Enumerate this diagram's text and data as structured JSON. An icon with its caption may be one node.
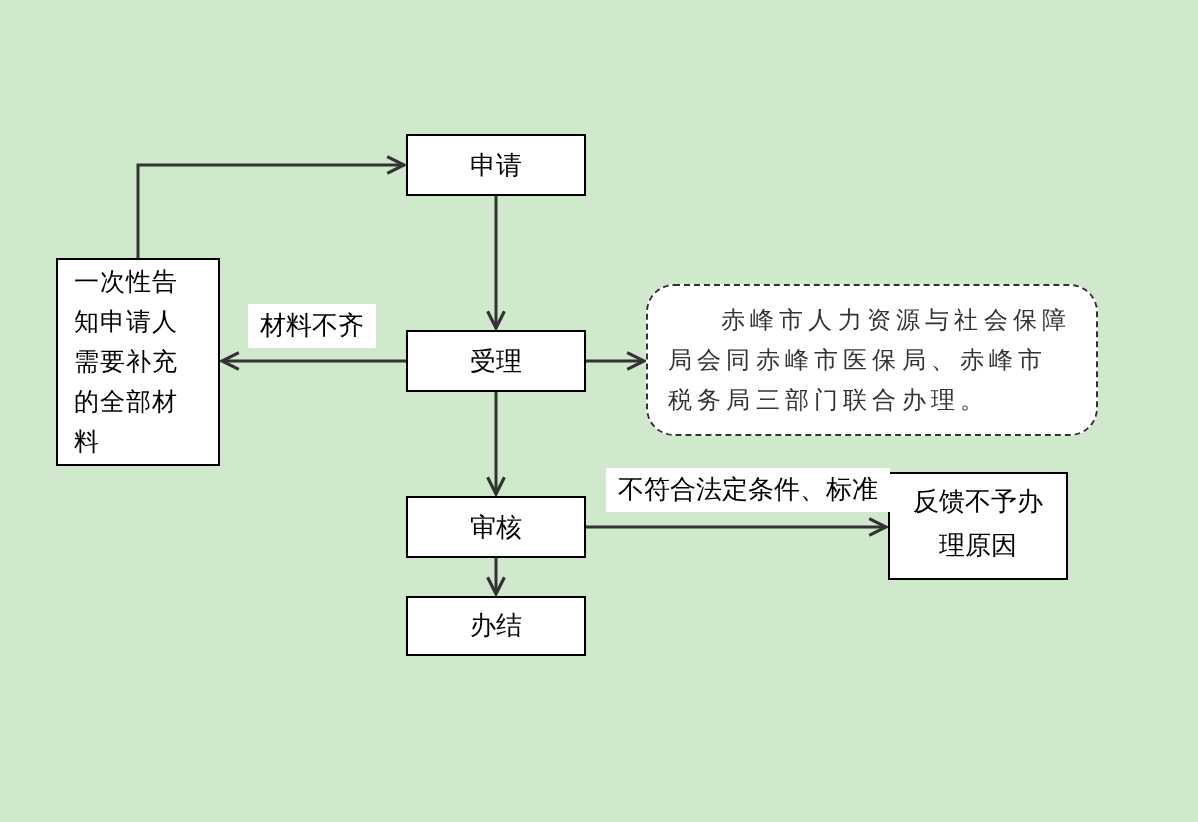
{
  "diagram": {
    "nodes": [
      {
        "text": [
          "申请"
        ]
      },
      {
        "text": [
          "受理"
        ]
      },
      {
        "text": [
          "赤峰市人力资源与社会保障局会同赤峰市医保局、赤峰市税务局三部门联合办理。"
        ]
      },
      {
        "text": [
          "一次性告知申请人需要补充的全部材料"
        ]
      },
      {
        "text": [
          "审核"
        ]
      },
      {
        "text": [
          "办结"
        ]
      },
      {
        "text": [
          "反馈不予办理原因"
        ]
      }
    ],
    "edges": [
      {
        "from": 0,
        "to": 1,
        "arrow": "to"
      },
      {
        "from": 1,
        "to": 3,
        "arrow": "to",
        "label": "材料不齐"
      },
      {
        "from": 3,
        "to": 0,
        "arrow": "to"
      },
      {
        "from": 1,
        "to": 2,
        "arrow": "to"
      },
      {
        "from": 1,
        "to": 4,
        "arrow": "to"
      },
      {
        "from": 4,
        "to": 6,
        "arrow": "to",
        "label": "不符合法定条件、标准"
      },
      {
        "from": 4,
        "to": 5,
        "arrow": "to"
      }
    ]
  }
}
